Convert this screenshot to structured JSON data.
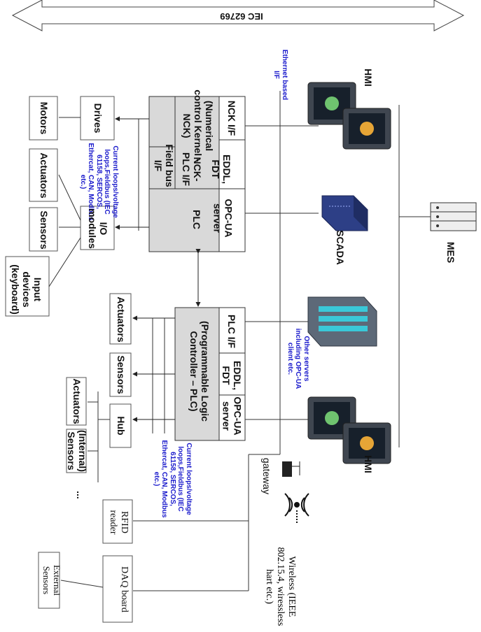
{
  "standard_arrow": "IEC 62769",
  "colors": {
    "controller_fill": "#d9d9d9",
    "annotation_blue": "#1a1acc",
    "line": "#333333"
  },
  "labels": {
    "mes": "MES",
    "hmi_top": "HMI",
    "hmi_bottom": "HMI",
    "scada": "SCADA",
    "ethernet": "Ethernet based I/F",
    "other_servers": "Other servers including OPC-UA client etc.",
    "gateway": "gateway",
    "wireless": "Wireless (IEEE 802.15.4, wiressless hart etc.)",
    "fieldbus_note_top": "Current loops/voltage loops,Fieldbus (IEC 61158, SERCOS, Ethercat, CAN, Modbus etc.)",
    "fieldbus_note_bottom": "Current loops/voltage loops,Fieldbus (IEC 61158, SERCOS, Ethercat, CAN, Modbus etc.)",
    "ellipsis": "..."
  },
  "nc_controller": {
    "nck_if": "NCK I/F",
    "eddl_fdt": "EDDL, FDT",
    "opcua_server": "OPC-UA server",
    "nck_kernel": "(Numerical control Kernel - NCK)",
    "nck_plc_if": "NCK-PLC I/F",
    "plc": "PLC",
    "fieldbus_if": "Field bus I/F"
  },
  "plc_controller": {
    "plc_if": "PLC I/F",
    "eddl_fdt": "EDDL, FDT",
    "opcua_server": "OPC-UA server",
    "main": "(Programmable Logic Controller – PLC)"
  },
  "devices": {
    "drives": "Drives",
    "io_modules": "I/O modules",
    "motors": "Motors",
    "actuators_1": "Actuators",
    "sensors_1": "Sensors",
    "input_devices": "Input devices (keyboard)",
    "actuators_2": "Actuators",
    "sensors_2": "Sensors",
    "hub": "Hub",
    "actuators_3": "Actuators",
    "internal_sensors": "(Internal) Sensors",
    "rfid_reader": "RFID reader",
    "daq_board": "DAQ board",
    "external_sensors": "External Sensors"
  }
}
